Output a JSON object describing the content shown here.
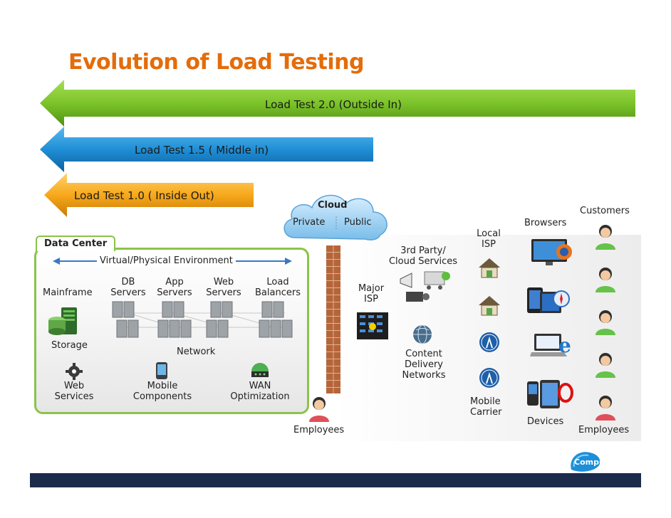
{
  "title": "Evolution of Load Testing",
  "arrows": {
    "lt20": "Load Test 2.0 (Outside In)",
    "lt15": "Load Test 1.5 ( Middle in)",
    "lt10": "Load Test 1.0 ( Inside Out)"
  },
  "data_center": {
    "label": "Data Center",
    "virtual_env": "Virtual/Physical Environment",
    "mainframe": "Mainframe",
    "db_servers": [
      "DB",
      "Servers"
    ],
    "app_servers": [
      "App",
      "Servers"
    ],
    "web_servers": [
      "Web",
      "Servers"
    ],
    "load_balancers": [
      "Load",
      "Balancers"
    ],
    "storage": "Storage",
    "network": "Network",
    "web_services": [
      "Web",
      "Services"
    ],
    "mobile_components": [
      "Mobile",
      "Components"
    ],
    "wan_optimization": [
      "WAN",
      "Optimization"
    ]
  },
  "cloud": {
    "label": "Cloud",
    "private": "Private",
    "public": "Public"
  },
  "outside": {
    "third_party": [
      "3rd Party/",
      "Cloud Services"
    ],
    "major_isp": [
      "Major",
      "ISP"
    ],
    "local_isp": [
      "Local",
      "ISP"
    ],
    "cdn": [
      "Content",
      "Delivery",
      "Networks"
    ],
    "mobile_carrier": [
      "Mobile",
      "Carrier"
    ],
    "browsers": "Browsers",
    "devices": "Devices",
    "customers": "Customers",
    "employees_right": "Employees",
    "employees_center": "Employees"
  },
  "colors": {
    "title": "#e46c0a",
    "arrow_green": "#7cc42a",
    "arrow_blue": "#1f8fd6",
    "arrow_orange": "#f7a81b",
    "frame_green": "#8bc34a",
    "bottom_bar": "#1c2b4a"
  },
  "logo_text": "Compuware"
}
